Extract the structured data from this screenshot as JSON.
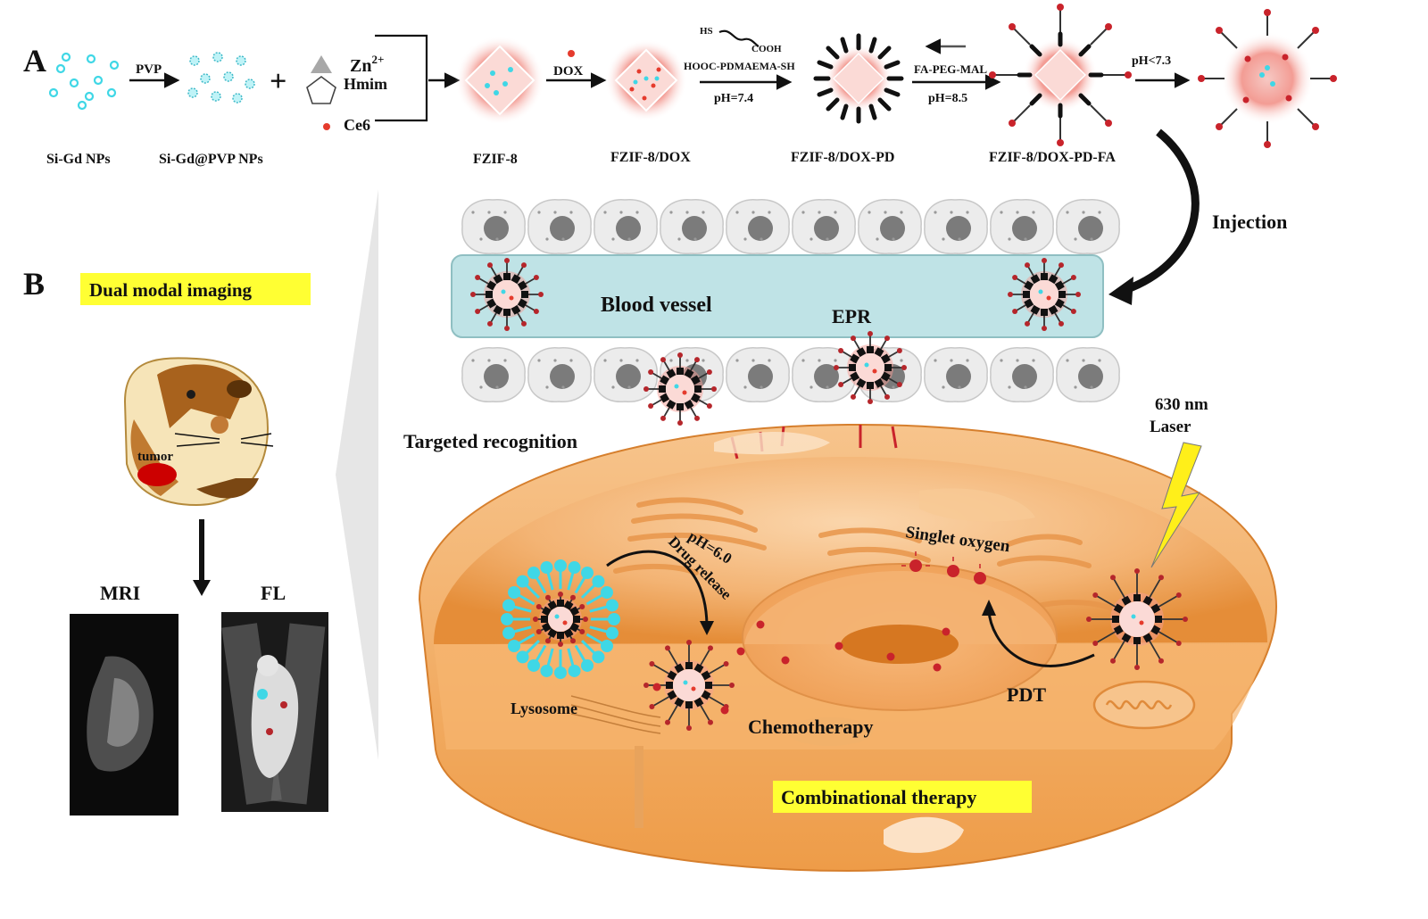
{
  "panel_a": {
    "letter": "A",
    "step_pvp": "PVP",
    "plus": "+",
    "zn": "Zn",
    "zn_sup": "2+",
    "hmim": "Hmim",
    "ce6": "Ce6",
    "dox": "DOX",
    "hs": "HS",
    "cooh": "COOH",
    "hooc_pdmaema": "HOOC-PDMAEMA-SH",
    "ph74": "pH=7.4",
    "fa_peg_mal": "FA-PEG-MAL",
    "ph85": "pH=8.5",
    "ph73": "pH<7.3",
    "labels": [
      "Si-Gd NPs",
      "Si-Gd@PVP NPs",
      "FZIF-8",
      "FZIF-8/DOX",
      "FZIF-8/DOX-PD",
      "FZIF-8/DOX-PD-FA"
    ],
    "injection": "Injection"
  },
  "panel_b": {
    "letter": "B",
    "dual_modal": "Dual modal imaging",
    "tumor": "tumor",
    "mri": "MRI",
    "fl": "FL"
  },
  "tissue": {
    "blood_vessel": "Blood vessel",
    "epr": "EPR",
    "targeted": "Targeted recognition",
    "laser_nm": "630 nm",
    "laser": "Laser",
    "ph60": "pH=6.0",
    "drug_release": "Drug release",
    "singlet": "Singlet oxygen",
    "lysosome": "Lysosome",
    "chemo": "Chemotherapy",
    "pdt": "PDT",
    "combo": "Combinational therapy"
  },
  "colors": {
    "vessel": "#bfe3e6",
    "cell_body": "#f2b273",
    "nano_core": "#f3a5a0",
    "cyan": "#3fd7e6",
    "highlight": "#ffff33"
  }
}
